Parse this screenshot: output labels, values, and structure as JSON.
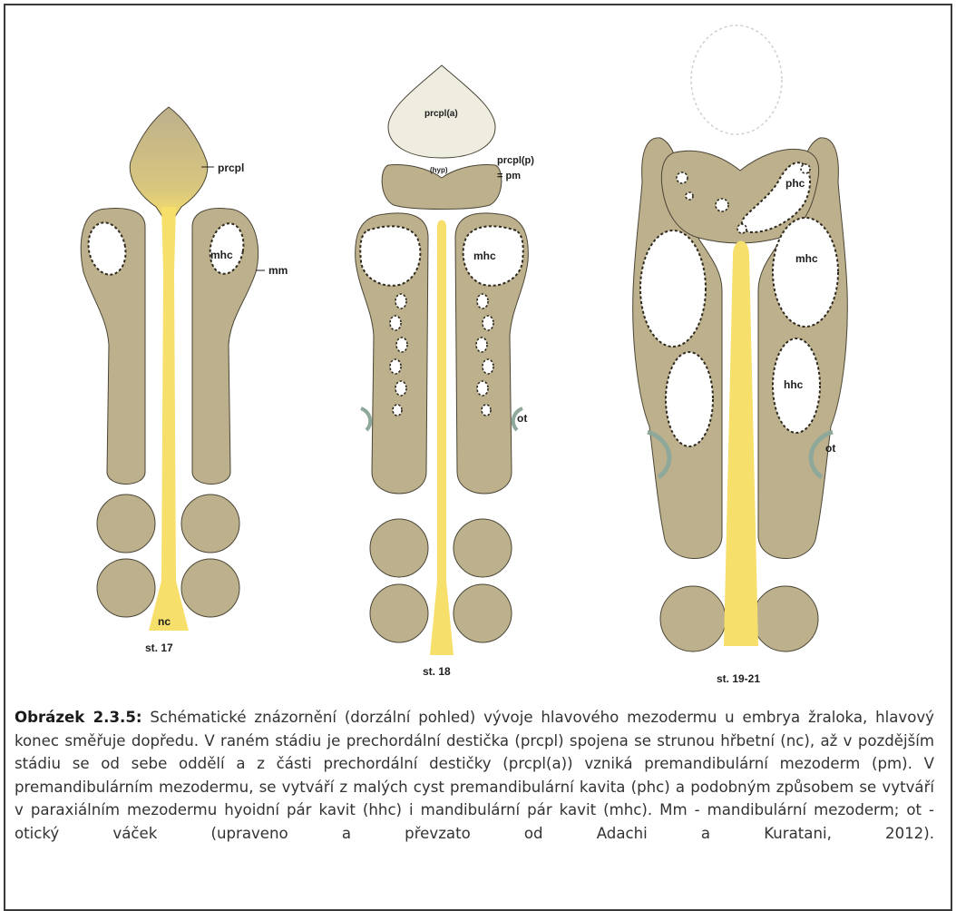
{
  "figure": {
    "stages": [
      {
        "stage": "st. 17",
        "labels": {
          "prcpl": "prcpl",
          "mhc": "mhc",
          "mm": "mm",
          "nc": "nc"
        }
      },
      {
        "stage": "st. 18",
        "labels": {
          "prcpl_a": "prcpl(a)",
          "hyp": "(hyp)",
          "prcpl_p_1": "prcpl(p)",
          "prcpl_p_2": "= pm",
          "mhc": "mhc",
          "ot": "ot"
        }
      },
      {
        "stage": "st. 19-21",
        "labels": {
          "phc": "phc",
          "mhc": "mhc",
          "hhc": "hhc",
          "ot": "ot"
        }
      }
    ],
    "colors": {
      "mesoderm": "#bdb08c",
      "notochord": "#f6df6a",
      "prcpl_a": "#eeede0",
      "otic": "#8ea89a",
      "outline": "#4a4536"
    }
  },
  "caption": {
    "title": "Obrázek 2.3.5:",
    "text": " Schématické znázornění (dorzální pohled) vývoje hlavového mezodermu u embrya žraloka, hlavový konec směřuje dopředu. V raném stádiu je prechordální destička (prcpl) spojena se strunou hřbetní (nc), až v pozdějším stádiu se od sebe oddělí a z části prechordální destičky (prcpl(a)) vzniká premandibulární mezoderm (pm). V premandibulárním mezodermu, se vytváří z malých cyst premandibulární kavita (phc) a podobným způsobem se vytváří v paraxiálním mezodermu hyoidní pár kavit (hhc) i mandibulární pár kavit (mhc). Mm - mandibulární mezoderm; ot - otický váček (upraveno a převzato od Adachi a Kuratani, 2012)."
  }
}
